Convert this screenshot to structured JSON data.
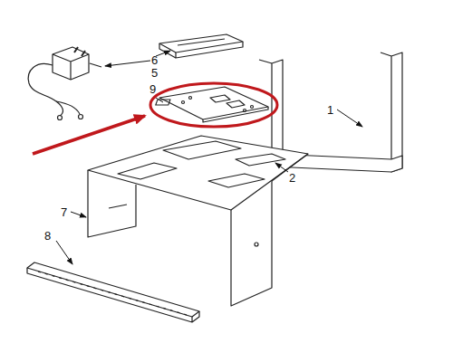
{
  "diagram": {
    "labels": [
      "6",
      "5",
      "9",
      "1",
      "2",
      "7",
      "8"
    ]
  }
}
